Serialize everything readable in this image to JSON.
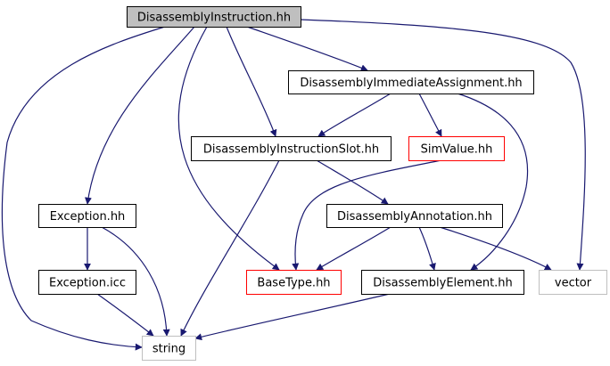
{
  "colors": {
    "edge": "#191970",
    "arrowhead": "#191970",
    "root_fill": "#bfbfbf",
    "node_fill": "#ffffff",
    "border_normal": "#000000",
    "border_red": "#ff0000",
    "border_gray": "#bfbfbf"
  },
  "nodes": [
    {
      "id": "disassembly-instruction-hh",
      "label": "DisassemblyInstruction.hh",
      "style": "root"
    },
    {
      "id": "disassembly-immediate-assignment-hh",
      "label": "DisassemblyImmediateAssignment.hh",
      "style": "normal"
    },
    {
      "id": "disassembly-instruction-slot-hh",
      "label": "DisassemblyInstructionSlot.hh",
      "style": "normal"
    },
    {
      "id": "simvalue-hh",
      "label": "SimValue.hh",
      "style": "red"
    },
    {
      "id": "exception-hh",
      "label": "Exception.hh",
      "style": "normal"
    },
    {
      "id": "disassembly-annotation-hh",
      "label": "DisassemblyAnnotation.hh",
      "style": "normal"
    },
    {
      "id": "exception-icc",
      "label": "Exception.icc",
      "style": "normal"
    },
    {
      "id": "basetype-hh",
      "label": "BaseType.hh",
      "style": "red"
    },
    {
      "id": "disassembly-element-hh",
      "label": "DisassemblyElement.hh",
      "style": "normal"
    },
    {
      "id": "vector",
      "label": "vector",
      "style": "gray"
    },
    {
      "id": "string",
      "label": "string",
      "style": "gray"
    }
  ],
  "edges": [
    {
      "from": "disassembly-instruction-hh",
      "to": "disassembly-immediate-assignment-hh"
    },
    {
      "from": "disassembly-instruction-hh",
      "to": "disassembly-instruction-slot-hh"
    },
    {
      "from": "disassembly-instruction-hh",
      "to": "exception-hh"
    },
    {
      "from": "disassembly-instruction-hh",
      "to": "basetype-hh"
    },
    {
      "from": "disassembly-instruction-hh",
      "to": "vector"
    },
    {
      "from": "disassembly-instruction-hh",
      "to": "string"
    },
    {
      "from": "disassembly-immediate-assignment-hh",
      "to": "disassembly-instruction-slot-hh"
    },
    {
      "from": "disassembly-immediate-assignment-hh",
      "to": "simvalue-hh"
    },
    {
      "from": "disassembly-immediate-assignment-hh",
      "to": "disassembly-element-hh"
    },
    {
      "from": "disassembly-instruction-slot-hh",
      "to": "disassembly-annotation-hh"
    },
    {
      "from": "disassembly-instruction-slot-hh",
      "to": "string"
    },
    {
      "from": "simvalue-hh",
      "to": "basetype-hh"
    },
    {
      "from": "exception-hh",
      "to": "exception-icc"
    },
    {
      "from": "exception-hh",
      "to": "string"
    },
    {
      "from": "exception-icc",
      "to": "string"
    },
    {
      "from": "disassembly-annotation-hh",
      "to": "basetype-hh"
    },
    {
      "from": "disassembly-annotation-hh",
      "to": "disassembly-element-hh"
    },
    {
      "from": "disassembly-annotation-hh",
      "to": "vector"
    },
    {
      "from": "disassembly-element-hh",
      "to": "string"
    }
  ]
}
